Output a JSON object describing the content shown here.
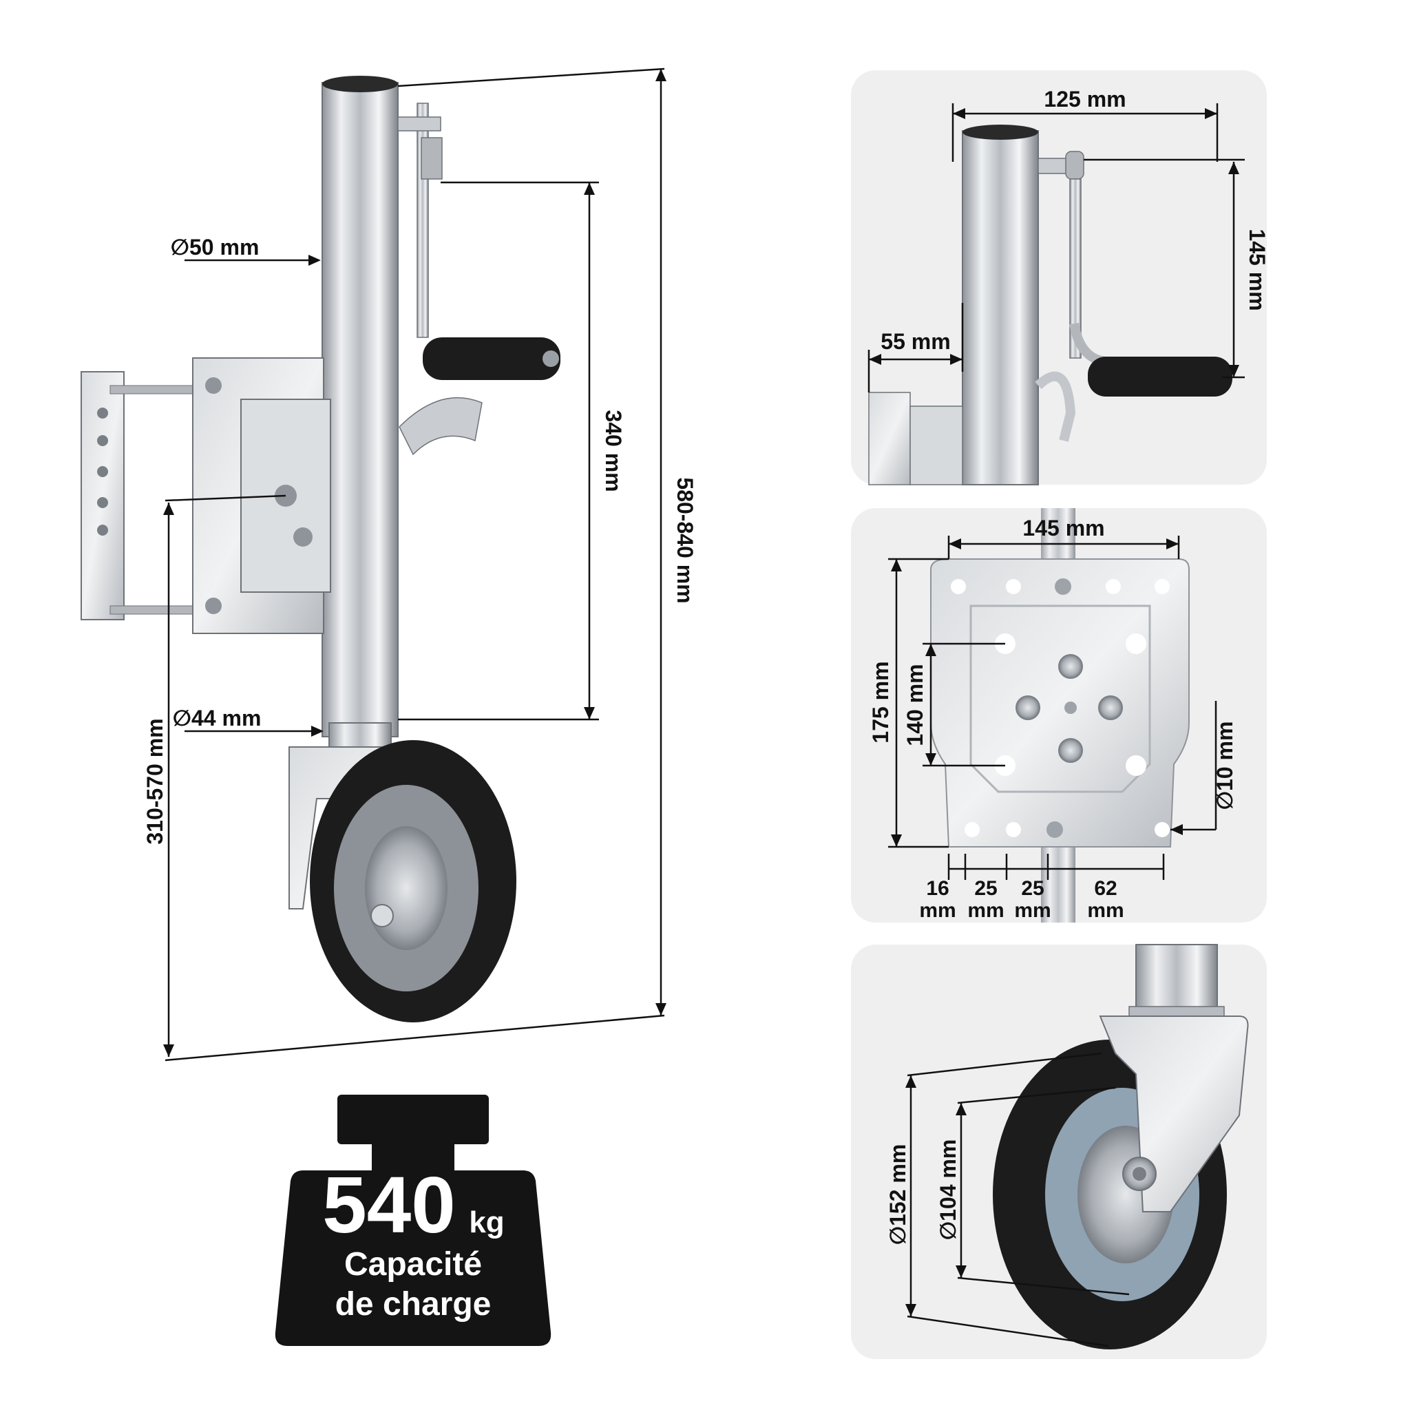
{
  "main": {
    "dia_outer": "∅50 mm",
    "dia_inner": "∅44 mm",
    "stroke": "340 mm",
    "total_height": "580-840 mm",
    "wheel_height": "310-570 mm"
  },
  "handle_panel": {
    "width": "125 mm",
    "height": "145 mm",
    "offset": "55 mm"
  },
  "plate_panel": {
    "width": "145 mm",
    "height": "175 mm",
    "hole_spacing": "140 mm",
    "hole_dia": "∅10 mm",
    "spacings": [
      {
        "value": "16",
        "unit": "mm"
      },
      {
        "value": "25",
        "unit": "mm"
      },
      {
        "value": "25",
        "unit": "mm"
      },
      {
        "value": "62",
        "unit": "mm"
      }
    ]
  },
  "wheel_panel": {
    "outer_dia": "∅152 mm",
    "inner_dia": "∅104 mm"
  },
  "capacity": {
    "value": "540",
    "unit": "kg",
    "line1": "Capacité",
    "line2": "de charge"
  },
  "colors": {
    "panel_bg": "#efefef",
    "steel": "#c9ccd0",
    "rubber": "#1c1c1c",
    "weight_icon": "#141414"
  }
}
